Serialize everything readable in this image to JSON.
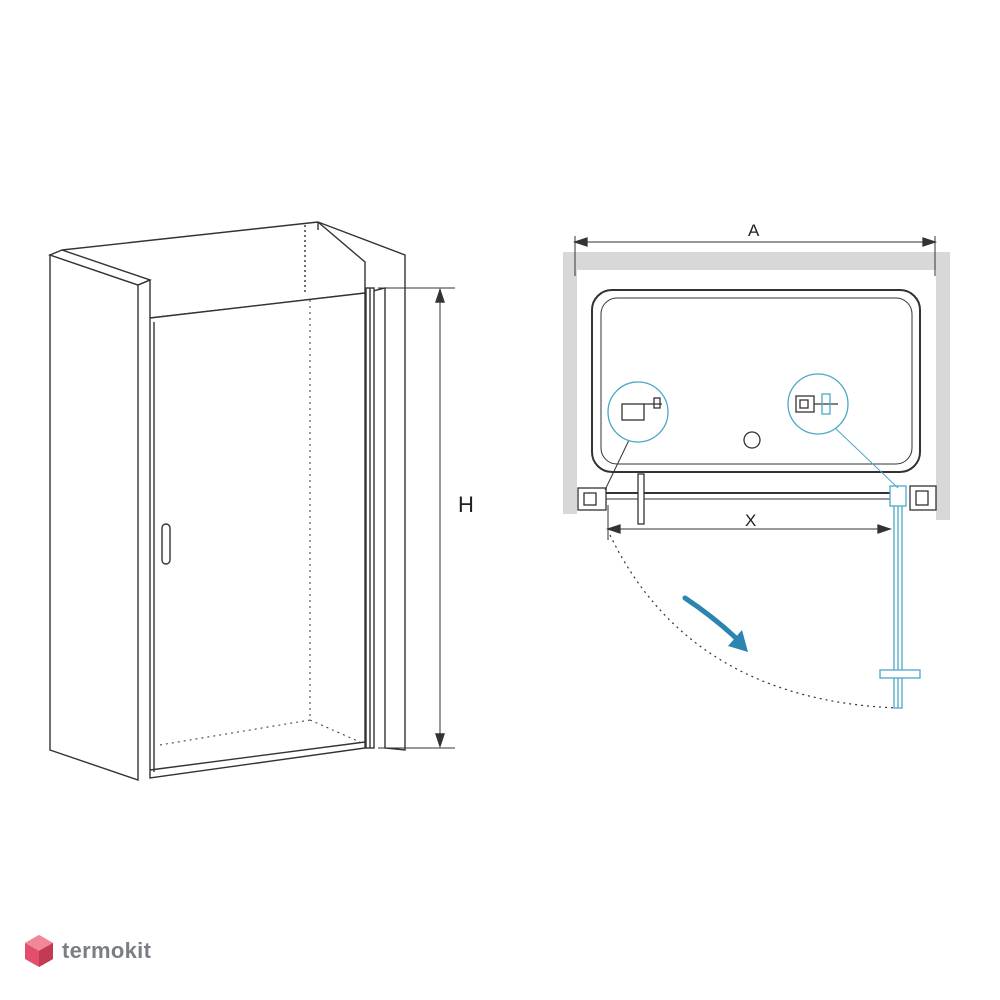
{
  "diagram": {
    "left_view": {
      "height_label": "H"
    },
    "right_view": {
      "width_label": "A",
      "opening_label": "X"
    }
  },
  "brand": {
    "name": "termokit",
    "logo_color": "#e0506a",
    "text_color": "#7a7f86"
  },
  "colors": {
    "line": "#333333",
    "glass_blue": "#4aa8c8",
    "arrow_blue": "#2a86b0",
    "wall_gray": "#d8d8d8"
  }
}
